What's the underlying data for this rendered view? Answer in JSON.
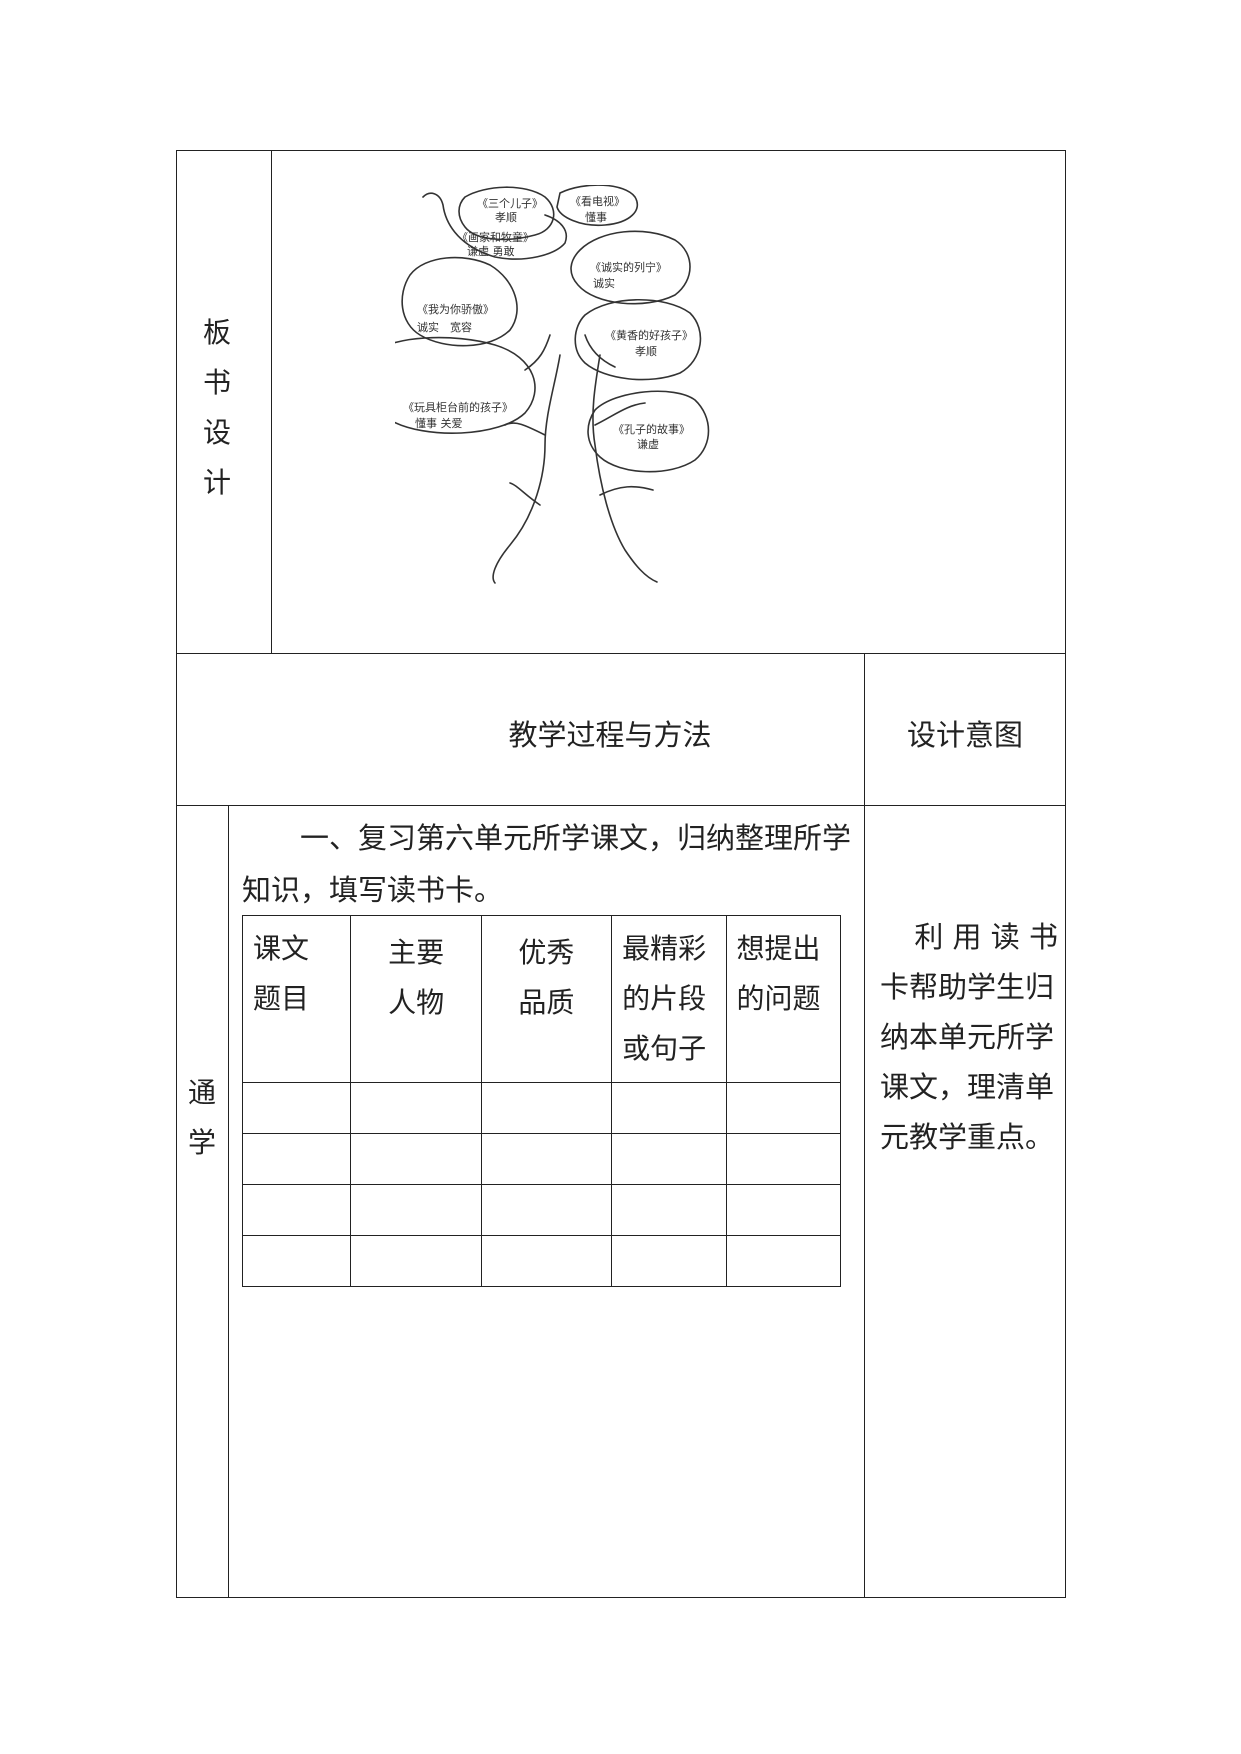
{
  "board": {
    "label": [
      "板",
      "书",
      "设",
      "计"
    ],
    "tree": {
      "bubbles": [
        {
          "title": "《三个儿子》",
          "note": "孝顺"
        },
        {
          "title": "《看电视》",
          "note": "懂事"
        },
        {
          "title": "《画家和牧童》",
          "note": "谦虚 勇敢"
        },
        {
          "title": "《诚实的列宁》",
          "note": "诚实"
        },
        {
          "title": "《我为你骄傲》",
          "note": "诚实　宽容"
        },
        {
          "title": "《黄香的好孩子》",
          "note": "孝顺"
        },
        {
          "title": "《玩具柜台前的孩子》",
          "note": "懂事 关爱"
        },
        {
          "title": "《孔子的故事》",
          "note": "谦虚"
        }
      ]
    }
  },
  "header": {
    "process": "教学过程与方法",
    "intent": "设计意图"
  },
  "section": {
    "label": [
      "通",
      "学"
    ],
    "intro_line1": "一、复习第六单元所学课文，归纳整理所学",
    "intro_line2": "知识，填写读书卡。",
    "card": {
      "columns": [
        [
          "课文",
          "题目"
        ],
        [
          "主要",
          "人物"
        ],
        [
          "优秀",
          "品质"
        ],
        [
          "最精彩",
          "的片段",
          "或句子"
        ],
        [
          "想提出",
          "的问题"
        ]
      ],
      "empty_rows": 4
    },
    "intent_lines": [
      "利 用 读 书",
      "卡帮助学生归",
      "纳本单元所学",
      "课文，理清单",
      "元教学重点。"
    ]
  }
}
